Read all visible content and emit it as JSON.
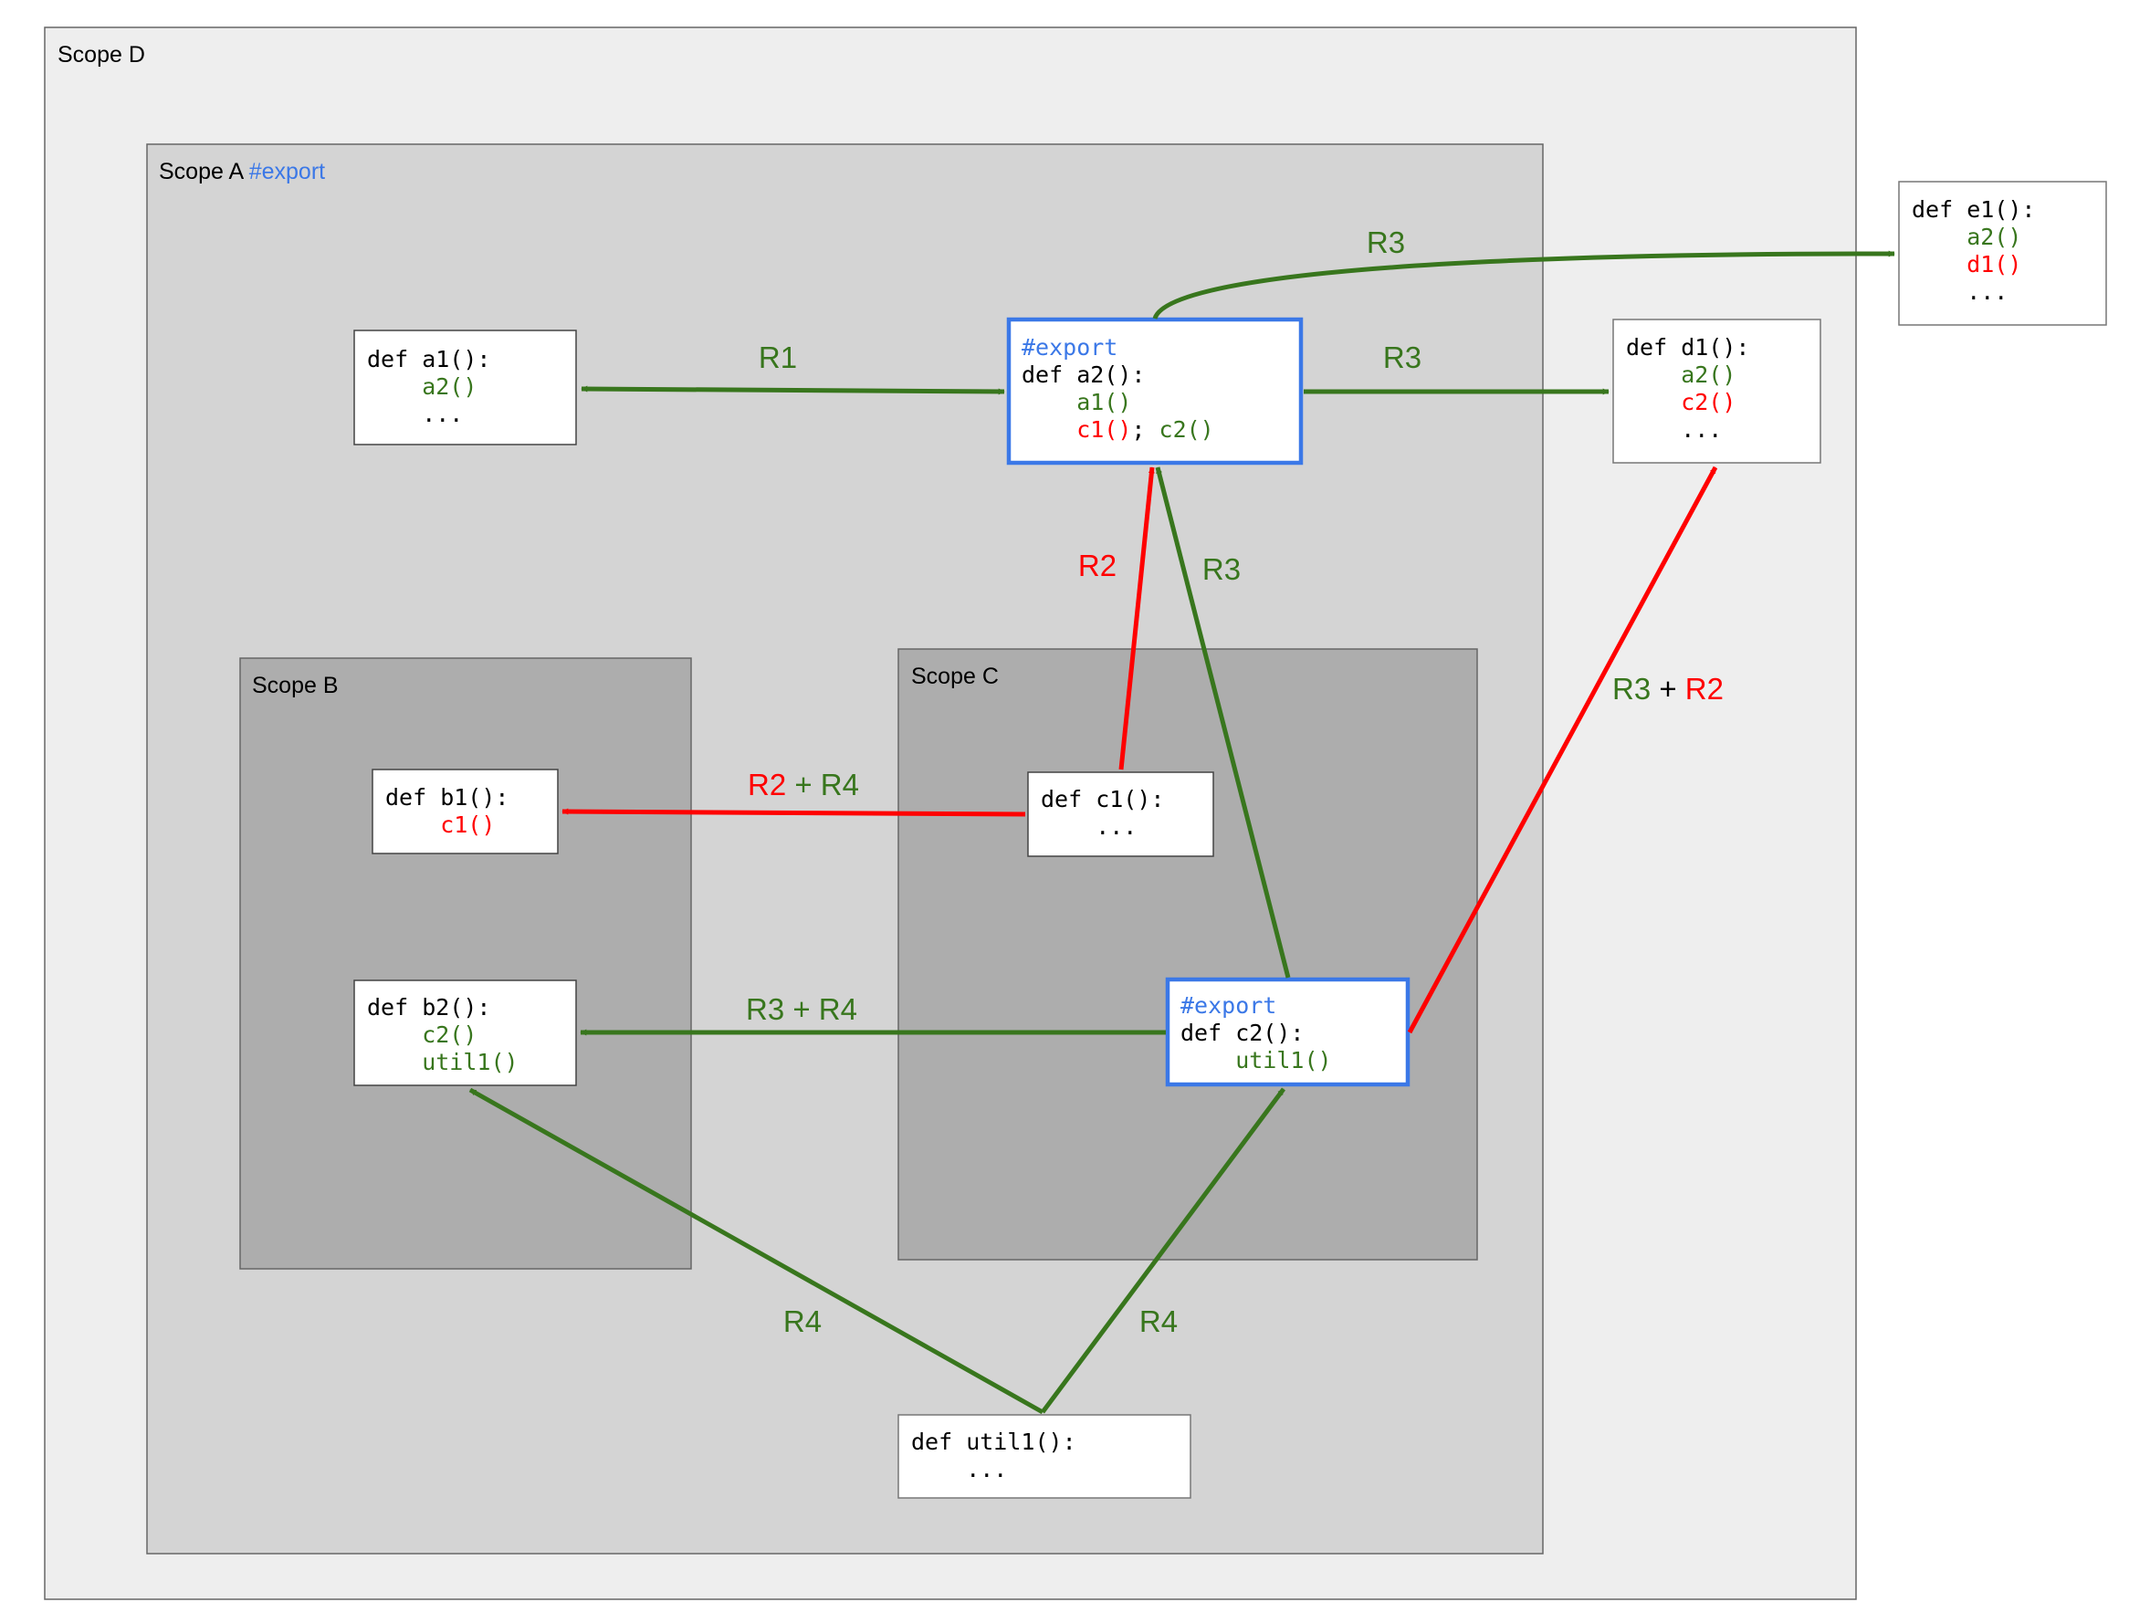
{
  "colors": {
    "scope_d_fill": "#eeeeee",
    "scope_a_fill": "#d4d4d4",
    "scope_bc_fill": "#adadad",
    "scope_border": "#666666",
    "ok_edge": "#38761d",
    "bad_edge": "#ff0000",
    "export_blue": "#3b78e7"
  },
  "scopes": {
    "d": {
      "label": "Scope D"
    },
    "a": {
      "label": "Scope A",
      "tag": "#export"
    },
    "b": {
      "label": "Scope B"
    },
    "c": {
      "label": "Scope C"
    }
  },
  "functions": {
    "a1": {
      "lines": [
        [
          "def a1():"
        ],
        [
          "    a2()"
        ],
        [
          "    ..."
        ]
      ]
    },
    "a2": {
      "export_tag": "#export",
      "lines": [
        [
          "def a2():"
        ],
        [
          "    a1()"
        ],
        [
          "    c1()",
          "; ",
          "c2()"
        ]
      ]
    },
    "b1": {
      "lines": [
        [
          "def b1():"
        ],
        [
          "    c1()"
        ]
      ]
    },
    "b2": {
      "lines": [
        [
          "def b2():"
        ],
        [
          "    c2()"
        ],
        [
          "    util1()"
        ]
      ]
    },
    "c1": {
      "lines": [
        [
          "def c1():"
        ],
        [
          "    ..."
        ]
      ]
    },
    "c2": {
      "export_tag": "#export",
      "lines": [
        [
          "def c2():"
        ],
        [
          "    util1()"
        ]
      ]
    },
    "d1": {
      "lines": [
        [
          "def d1():"
        ],
        [
          "    a2()"
        ],
        [
          "    c2()"
        ],
        [
          "    ..."
        ]
      ]
    },
    "e1": {
      "lines": [
        [
          "def e1():"
        ],
        [
          "    a2()"
        ],
        [
          "    d1()"
        ],
        [
          "    ..."
        ]
      ]
    },
    "util1": {
      "lines": [
        [
          "def util1():"
        ],
        [
          "    ..."
        ]
      ]
    }
  },
  "edges": {
    "a1_a2": {
      "label": "R1"
    },
    "a2_d1": {
      "label": "R3"
    },
    "a2_e1": {
      "label": "R3"
    },
    "c1_a2": {
      "label": "R2"
    },
    "c2_a2": {
      "label": "R3"
    },
    "c1_b1": {
      "label_a": "R2",
      "plus": " + ",
      "label_b": "R4"
    },
    "c2_b2": {
      "label": "R3 + R4"
    },
    "c2_d1": {
      "label_a": "R3",
      "plus": " + ",
      "label_b": "R2"
    },
    "util_b2": {
      "label": "R4"
    },
    "util_c2": {
      "label": "R4"
    }
  }
}
